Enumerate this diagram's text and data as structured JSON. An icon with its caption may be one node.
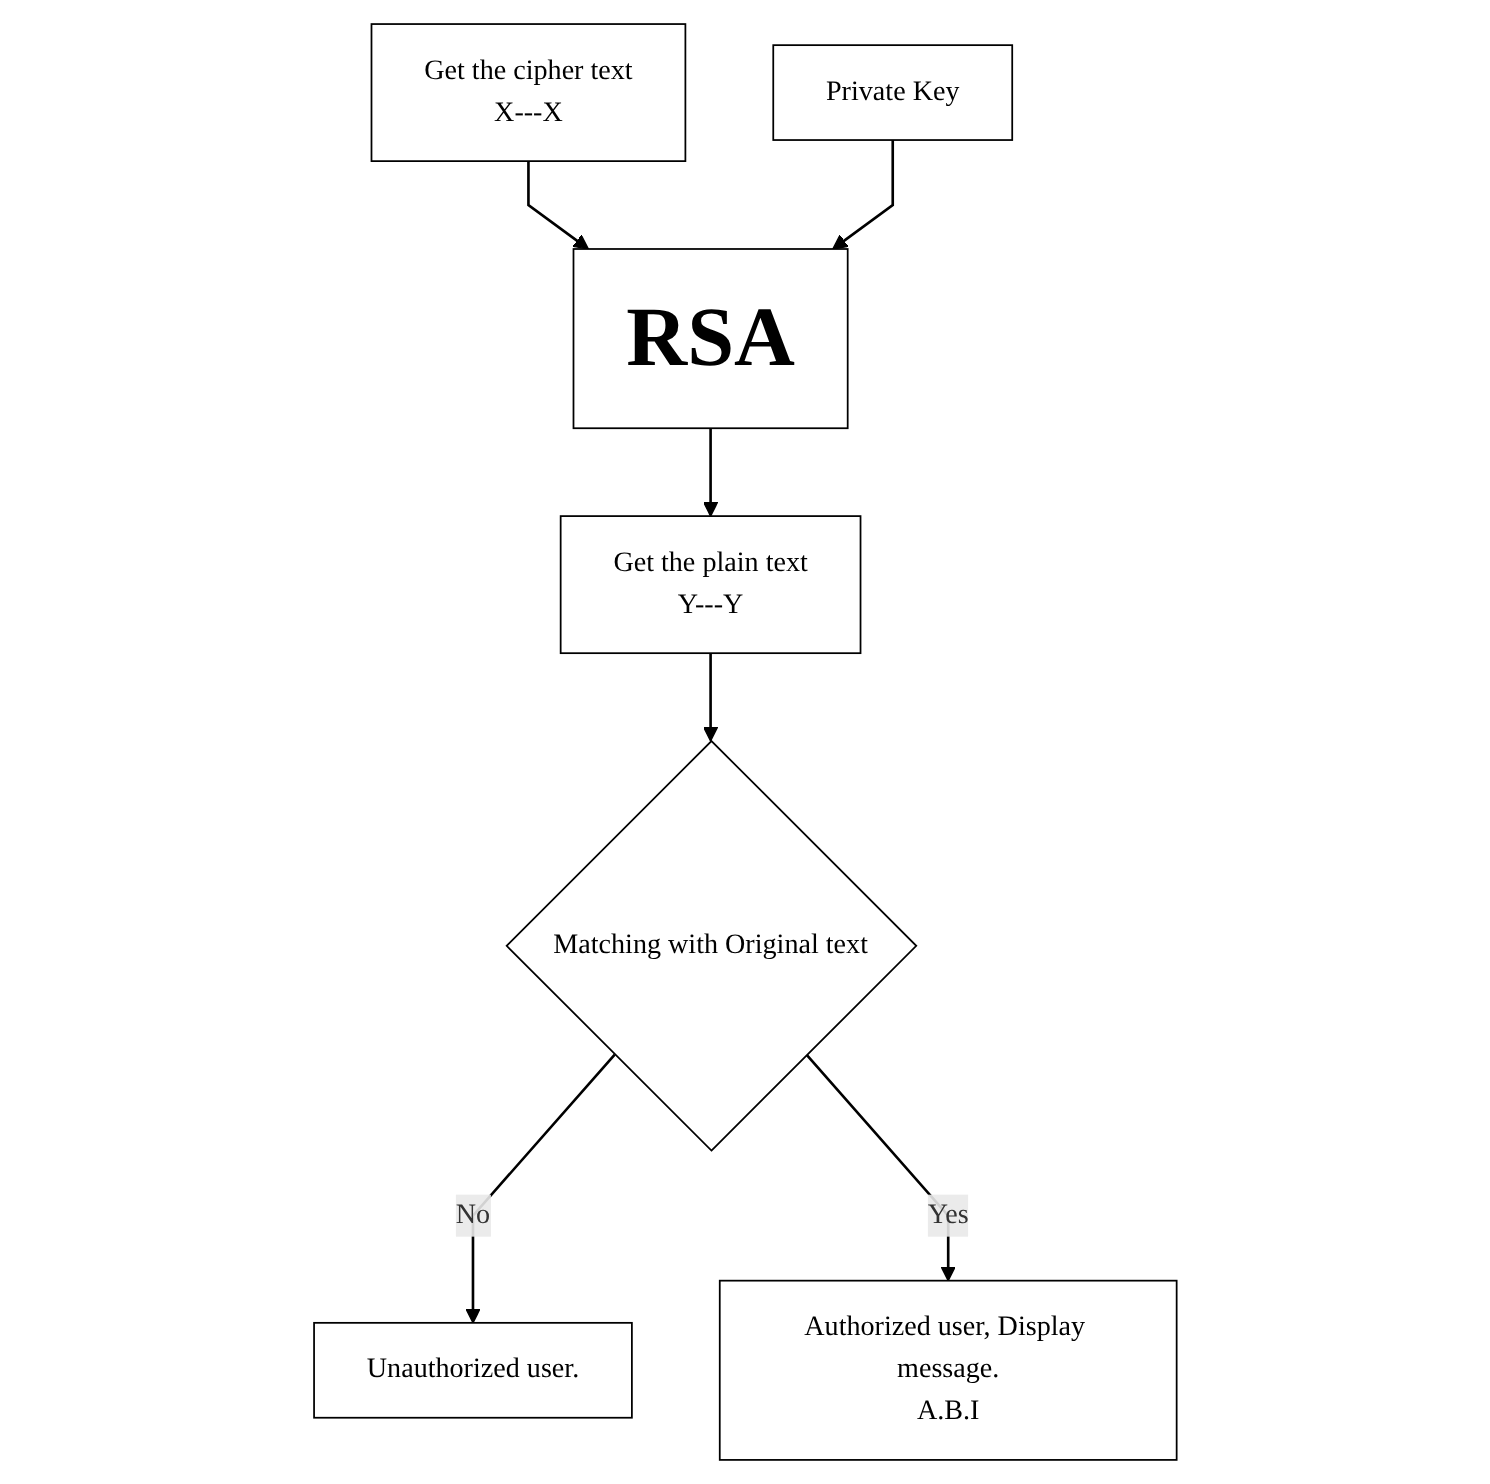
{
  "diagram": {
    "nodes": [
      {
        "text": [
          "Get the cipher text",
          "X---X"
        ]
      },
      {
        "text": [
          "RSA"
        ]
      },
      {
        "text": [
          "Private Key"
        ]
      },
      {
        "text": [
          "Get the plain text",
          "Y---Y"
        ]
      },
      {
        "text": [
          "Matching with Original text"
        ]
      },
      {
        "text": [
          "Unauthorized user."
        ]
      },
      {
        "text": [
          "Authorized user, Display message.",
          "A.B.I"
        ]
      }
    ],
    "edges": [
      {
        "from": 0,
        "to": 1,
        "arrow": "to"
      },
      {
        "from": 2,
        "to": 1,
        "arrow": "to"
      },
      {
        "from": 1,
        "to": 3,
        "arrow": "to"
      },
      {
        "from": 3,
        "to": 4,
        "arrow": "to"
      },
      {
        "from": 4,
        "to": 5,
        "arrow": "to",
        "label": "No"
      },
      {
        "from": 4,
        "to": 6,
        "arrow": "to",
        "label": "Yes"
      }
    ]
  }
}
